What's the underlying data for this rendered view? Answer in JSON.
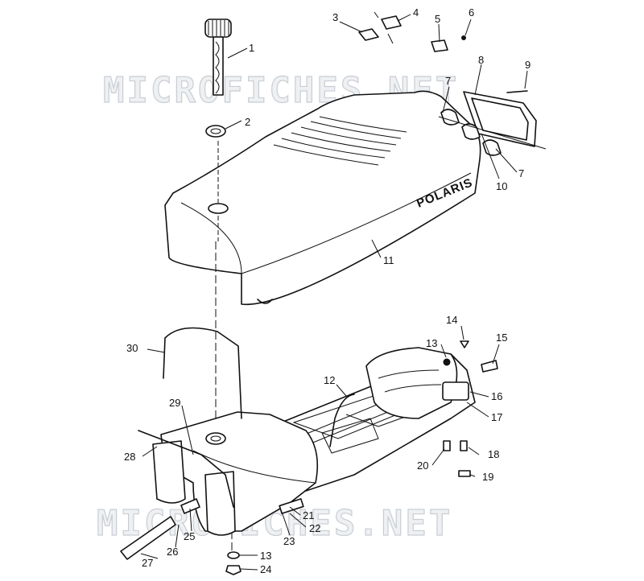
{
  "watermark": {
    "top": "MICROFICHES.NET",
    "bottom": "MICROFICHES.NET"
  },
  "brand_text": "POLARIS",
  "callouts": [
    "1",
    "2",
    "3",
    "4",
    "5",
    "6",
    "7",
    "8",
    "9",
    "7",
    "10",
    "11",
    "30",
    "12",
    "13",
    "14",
    "15",
    "16",
    "17",
    "18",
    "19",
    "20",
    "29",
    "28",
    "21",
    "22",
    "23",
    "25",
    "26",
    "27",
    "13",
    "24"
  ]
}
